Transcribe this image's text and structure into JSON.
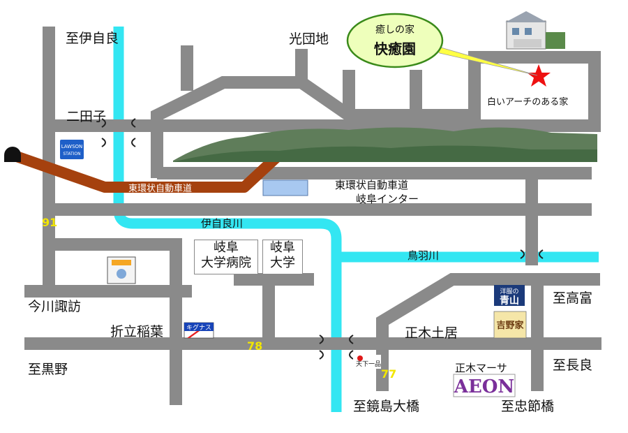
{
  "destination": {
    "bubble_line1": "癒しの家",
    "bubble_line2": "快癒園",
    "caption": "白いアーチのある家"
  },
  "areas": {
    "north_ijira": "至伊自良",
    "koudanchi": "光団地",
    "nitako": "二田子",
    "imagawa": "今川諏訪",
    "oritate": "折立稲葉",
    "kurono": "至黒野",
    "takatomi": "至高富",
    "masaki_torii": "正木土居",
    "nagara": "至長良",
    "kagamijima": "至鏡島大橋",
    "chusetsu": "至忠節橋"
  },
  "roads": {
    "expressway": "東環状自動車道",
    "interchange_line1": "東環状自動車道",
    "interchange_line2": "岐阜インター",
    "route_91": "91",
    "route_78": "78",
    "route_77": "77"
  },
  "rivers": {
    "ijira_river": "伊自良川",
    "toba_river": "鳥羽川"
  },
  "buildings": {
    "hospital": "岐阜\n大学病院",
    "university": "岐阜\n大学",
    "masaki_marsa": "正木マーサ"
  },
  "logos": {
    "lawson": "LAWSON STATION",
    "kigunasu": "キグナス",
    "aeon": "AEON",
    "aoyama_line1": "洋服の",
    "aoyama_line2": "青山",
    "restaurant": "天下一品",
    "yoshinoya": "吉野家"
  },
  "colors": {
    "road": "#8a8a8a",
    "river": "#33e6f2",
    "expressway": "#a5410e",
    "star": "#ee1111",
    "route_number": "#f2e600",
    "bubble_fill": "#eeffbb",
    "bubble_border": "#3a8a1a"
  }
}
